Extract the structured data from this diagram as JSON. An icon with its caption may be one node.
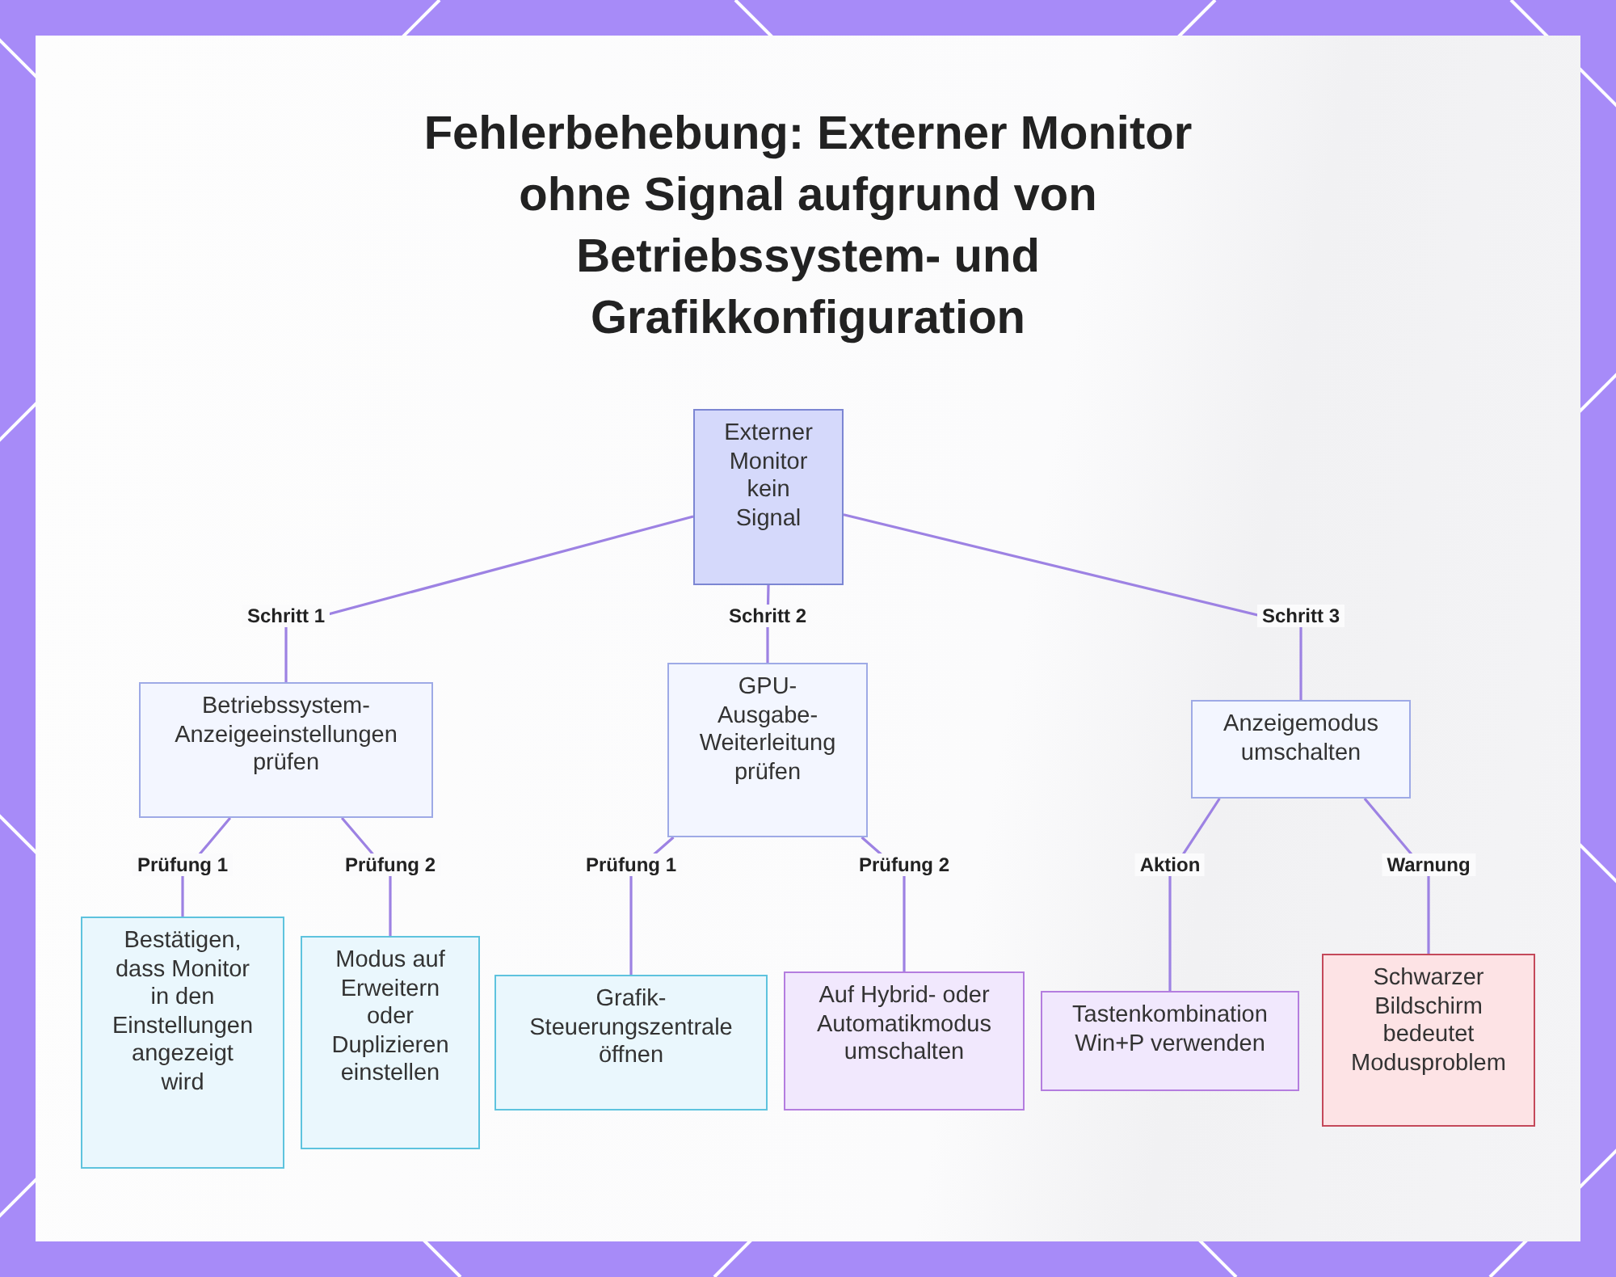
{
  "diagram": {
    "title": "Fehlerbehebung: Externer Monitor ohne Signal aufgrund von Betriebssystem- und Grafikkonfiguration",
    "nodes": [
      {
        "text": [
          "Externer Monitor kein Signal"
        ]
      },
      {
        "text": [
          "Betriebssystem-Anzeigeeinstellungen prüfen"
        ]
      },
      {
        "text": [
          "GPU-Ausgabe-Weiterleitung prüfen"
        ]
      },
      {
        "text": [
          "Anzeigemodus umschalten"
        ]
      },
      {
        "text": [
          "Bestätigen, dass Monitor in den Einstellungen angezeigt wird"
        ]
      },
      {
        "text": [
          "Modus auf Erweitern oder Duplizieren einstellen"
        ]
      },
      {
        "text": [
          "Grafik-Steuerungszentrale öffnen"
        ]
      },
      {
        "text": [
          "Auf Hybrid- oder Automatikmodus umschalten"
        ]
      },
      {
        "text": [
          "Tastenkombination Win+P verwenden"
        ]
      },
      {
        "text": [
          "Schwarzer Bildschirm bedeutet Modusproblem"
        ]
      }
    ],
    "edges": [
      {
        "from": 0,
        "to": 1,
        "arrow": "none",
        "label": "Schritt 1"
      },
      {
        "from": 0,
        "to": 2,
        "arrow": "none",
        "label": "Schritt 2"
      },
      {
        "from": 0,
        "to": 3,
        "arrow": "none",
        "label": "Schritt 3"
      },
      {
        "from": 1,
        "to": 4,
        "arrow": "none",
        "label": "Prüfung 1"
      },
      {
        "from": 1,
        "to": 5,
        "arrow": "none",
        "label": "Prüfung 2"
      },
      {
        "from": 2,
        "to": 6,
        "arrow": "none",
        "label": "Prüfung 1"
      },
      {
        "from": 2,
        "to": 7,
        "arrow": "none",
        "label": "Prüfung 2"
      },
      {
        "from": 3,
        "to": 8,
        "arrow": "none",
        "label": "Aktion"
      },
      {
        "from": 3,
        "to": 9,
        "arrow": "none",
        "label": "Warnung"
      }
    ]
  }
}
